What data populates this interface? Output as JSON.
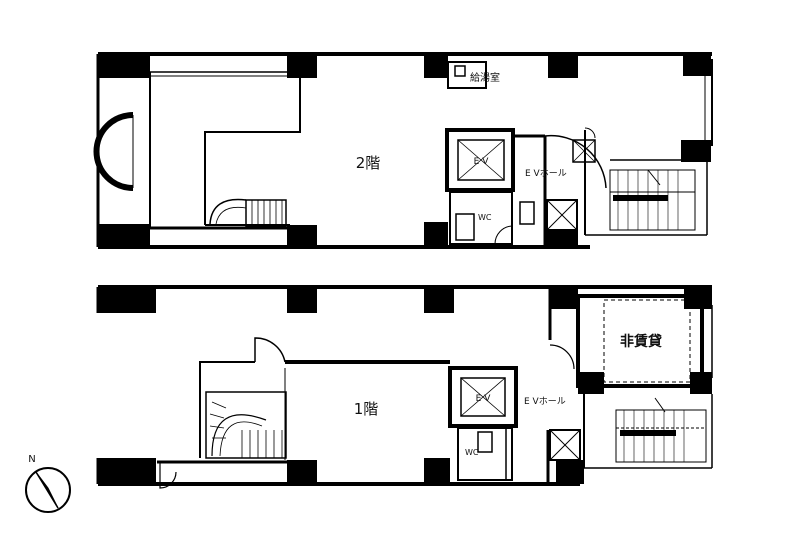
{
  "floor2": {
    "title": "2階",
    "pantry": "給湯室",
    "ev": "E V",
    "ev_hall": "E Vホール",
    "wc": "WC"
  },
  "floor1": {
    "title": "1階",
    "ev": "E V",
    "ev_hall": "E Vホール",
    "wc": "WC",
    "non_rental": "非賃貸"
  },
  "compass": {
    "north": "N"
  }
}
